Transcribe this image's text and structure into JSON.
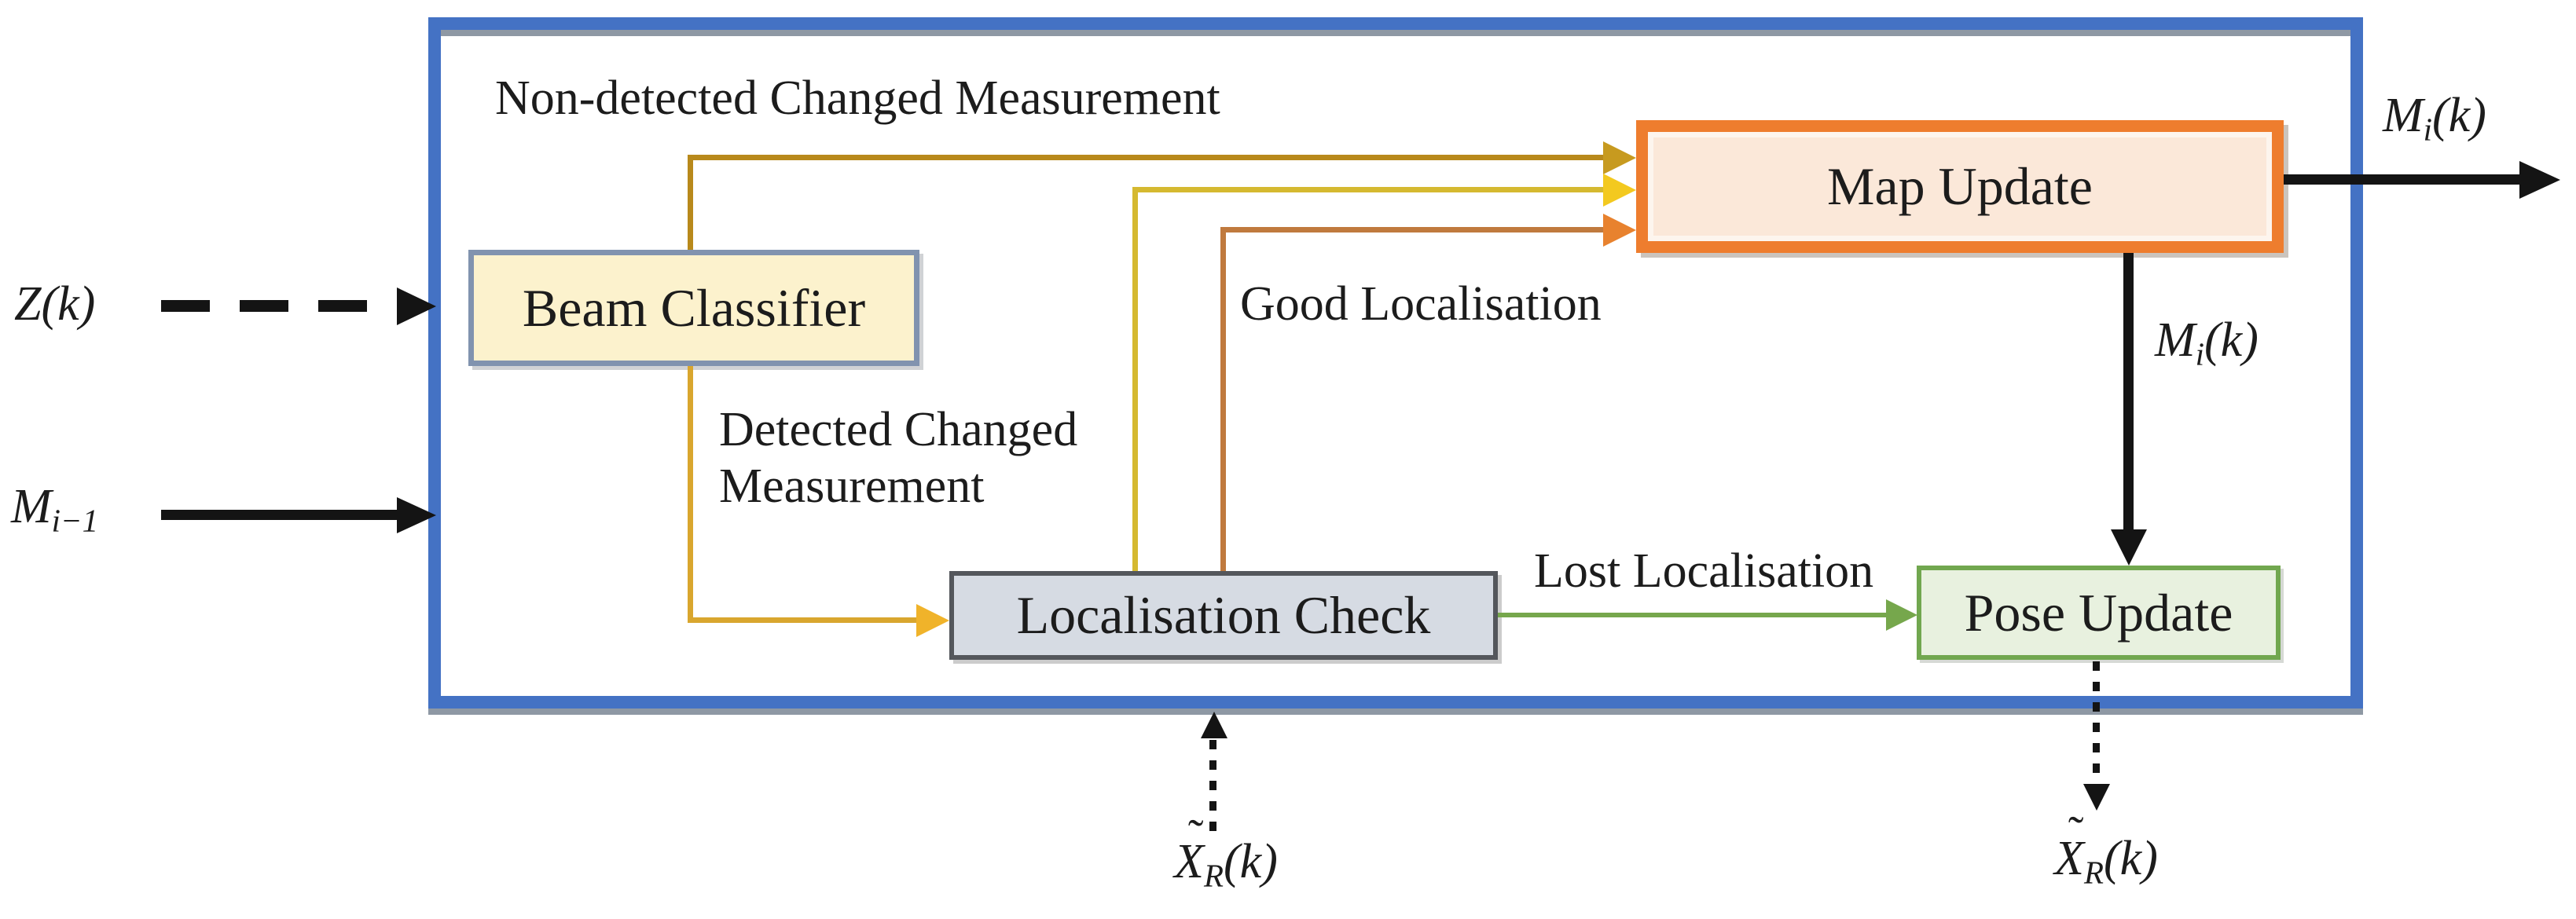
{
  "diagram": {
    "blocks": {
      "beam_classifier": {
        "label": "Beam Classifier"
      },
      "map_update": {
        "label": "Map Update"
      },
      "localisation_check": {
        "label": "Localisation Check"
      },
      "pose_update": {
        "label": "Pose Update"
      }
    },
    "edge_labels": {
      "non_detected": "Non-detected Changed Measurement",
      "detected_line1": "Detected Changed",
      "detected_line2": "Measurement",
      "good_localisation": "Good Localisation",
      "lost_localisation": "Lost Localisation"
    },
    "math": {
      "z_in": {
        "base": "Z",
        "rest": "(k)"
      },
      "m_prev": {
        "base": "M",
        "sub": "i−1"
      },
      "m_out": {
        "base": "M",
        "sub": "i",
        "rest": "(k)"
      },
      "m_mid": {
        "base": "M",
        "sub": "i",
        "rest": "(k)"
      },
      "x_check": {
        "tilde": "˜",
        "base": "X",
        "sub": "R",
        "rest": "(k)"
      },
      "x_pose": {
        "tilde": "˜",
        "base": "X",
        "sub": "R",
        "rest": "(k)"
      }
    },
    "palette": {
      "container_border": "#4472c4",
      "container_shadow": "#8e98a4",
      "beam_fill": "#fcf2cd",
      "beam_border": "#8193af",
      "map_fill": "#fbe8d9",
      "map_border": "#ee7d2e",
      "check_fill": "#d6dbe3",
      "check_border": "#54575c",
      "pose_fill": "#e8f1df",
      "pose_border": "#71a74f",
      "edge_non_detected": "#b8891b",
      "edge_detected": "#d9a62e",
      "edge_check_to_map_yellow": "#d5b930",
      "edge_good_localisation": "#c07a3e",
      "edge_lost_localisation": "#76a74c",
      "arrow_black": "#141414"
    }
  }
}
